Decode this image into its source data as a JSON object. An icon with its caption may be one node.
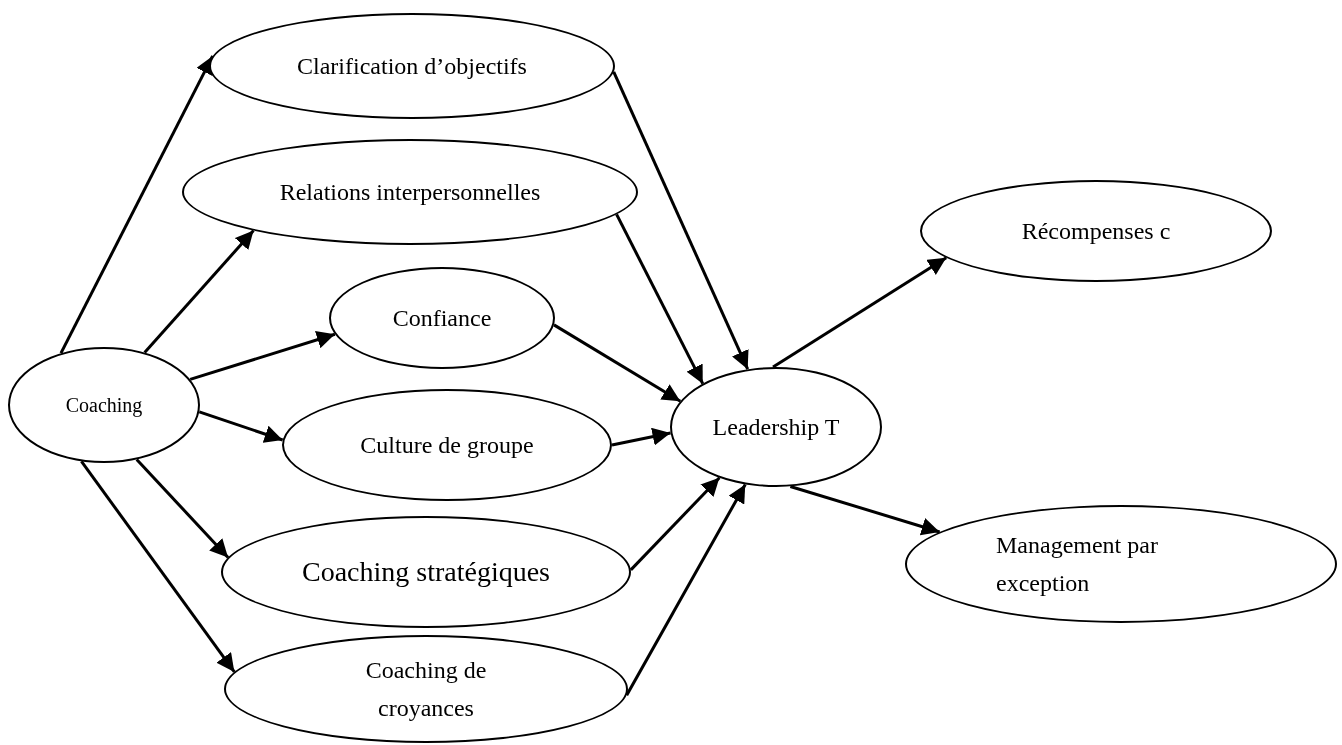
{
  "diagram": {
    "nodes": [
      {
        "text": [
          "Clarification d’objectifs"
        ]
      },
      {
        "text": [
          "Relations interpersonnelles"
        ]
      },
      {
        "text": [
          "Confiance"
        ]
      },
      {
        "text": [
          "Coaching"
        ]
      },
      {
        "text": [
          "Culture de groupe"
        ]
      },
      {
        "text": [
          "Coaching stratégiques"
        ]
      },
      {
        "text": [
          "Coaching de croyances"
        ]
      },
      {
        "text": [
          "Leadership T"
        ]
      },
      {
        "text": [
          "Récompenses c"
        ]
      },
      {
        "text": [
          "Management par exception"
        ]
      }
    ],
    "edges": [
      {
        "from": 3,
        "to": 0,
        "arrow": "to"
      },
      {
        "from": 3,
        "to": 1,
        "arrow": "to"
      },
      {
        "from": 3,
        "to": 2,
        "arrow": "to"
      },
      {
        "from": 3,
        "to": 4,
        "arrow": "to"
      },
      {
        "from": 3,
        "to": 5,
        "arrow": "to"
      },
      {
        "from": 3,
        "to": 6,
        "arrow": "to"
      },
      {
        "from": 0,
        "to": 7,
        "arrow": "to"
      },
      {
        "from": 1,
        "to": 7,
        "arrow": "to"
      },
      {
        "from": 2,
        "to": 7,
        "arrow": "to"
      },
      {
        "from": 4,
        "to": 7,
        "arrow": "to"
      },
      {
        "from": 5,
        "to": 7,
        "arrow": "to"
      },
      {
        "from": 6,
        "to": 7,
        "arrow": "to"
      },
      {
        "from": 7,
        "to": 8,
        "arrow": "to"
      },
      {
        "from": 7,
        "to": 9,
        "arrow": "to"
      }
    ]
  }
}
